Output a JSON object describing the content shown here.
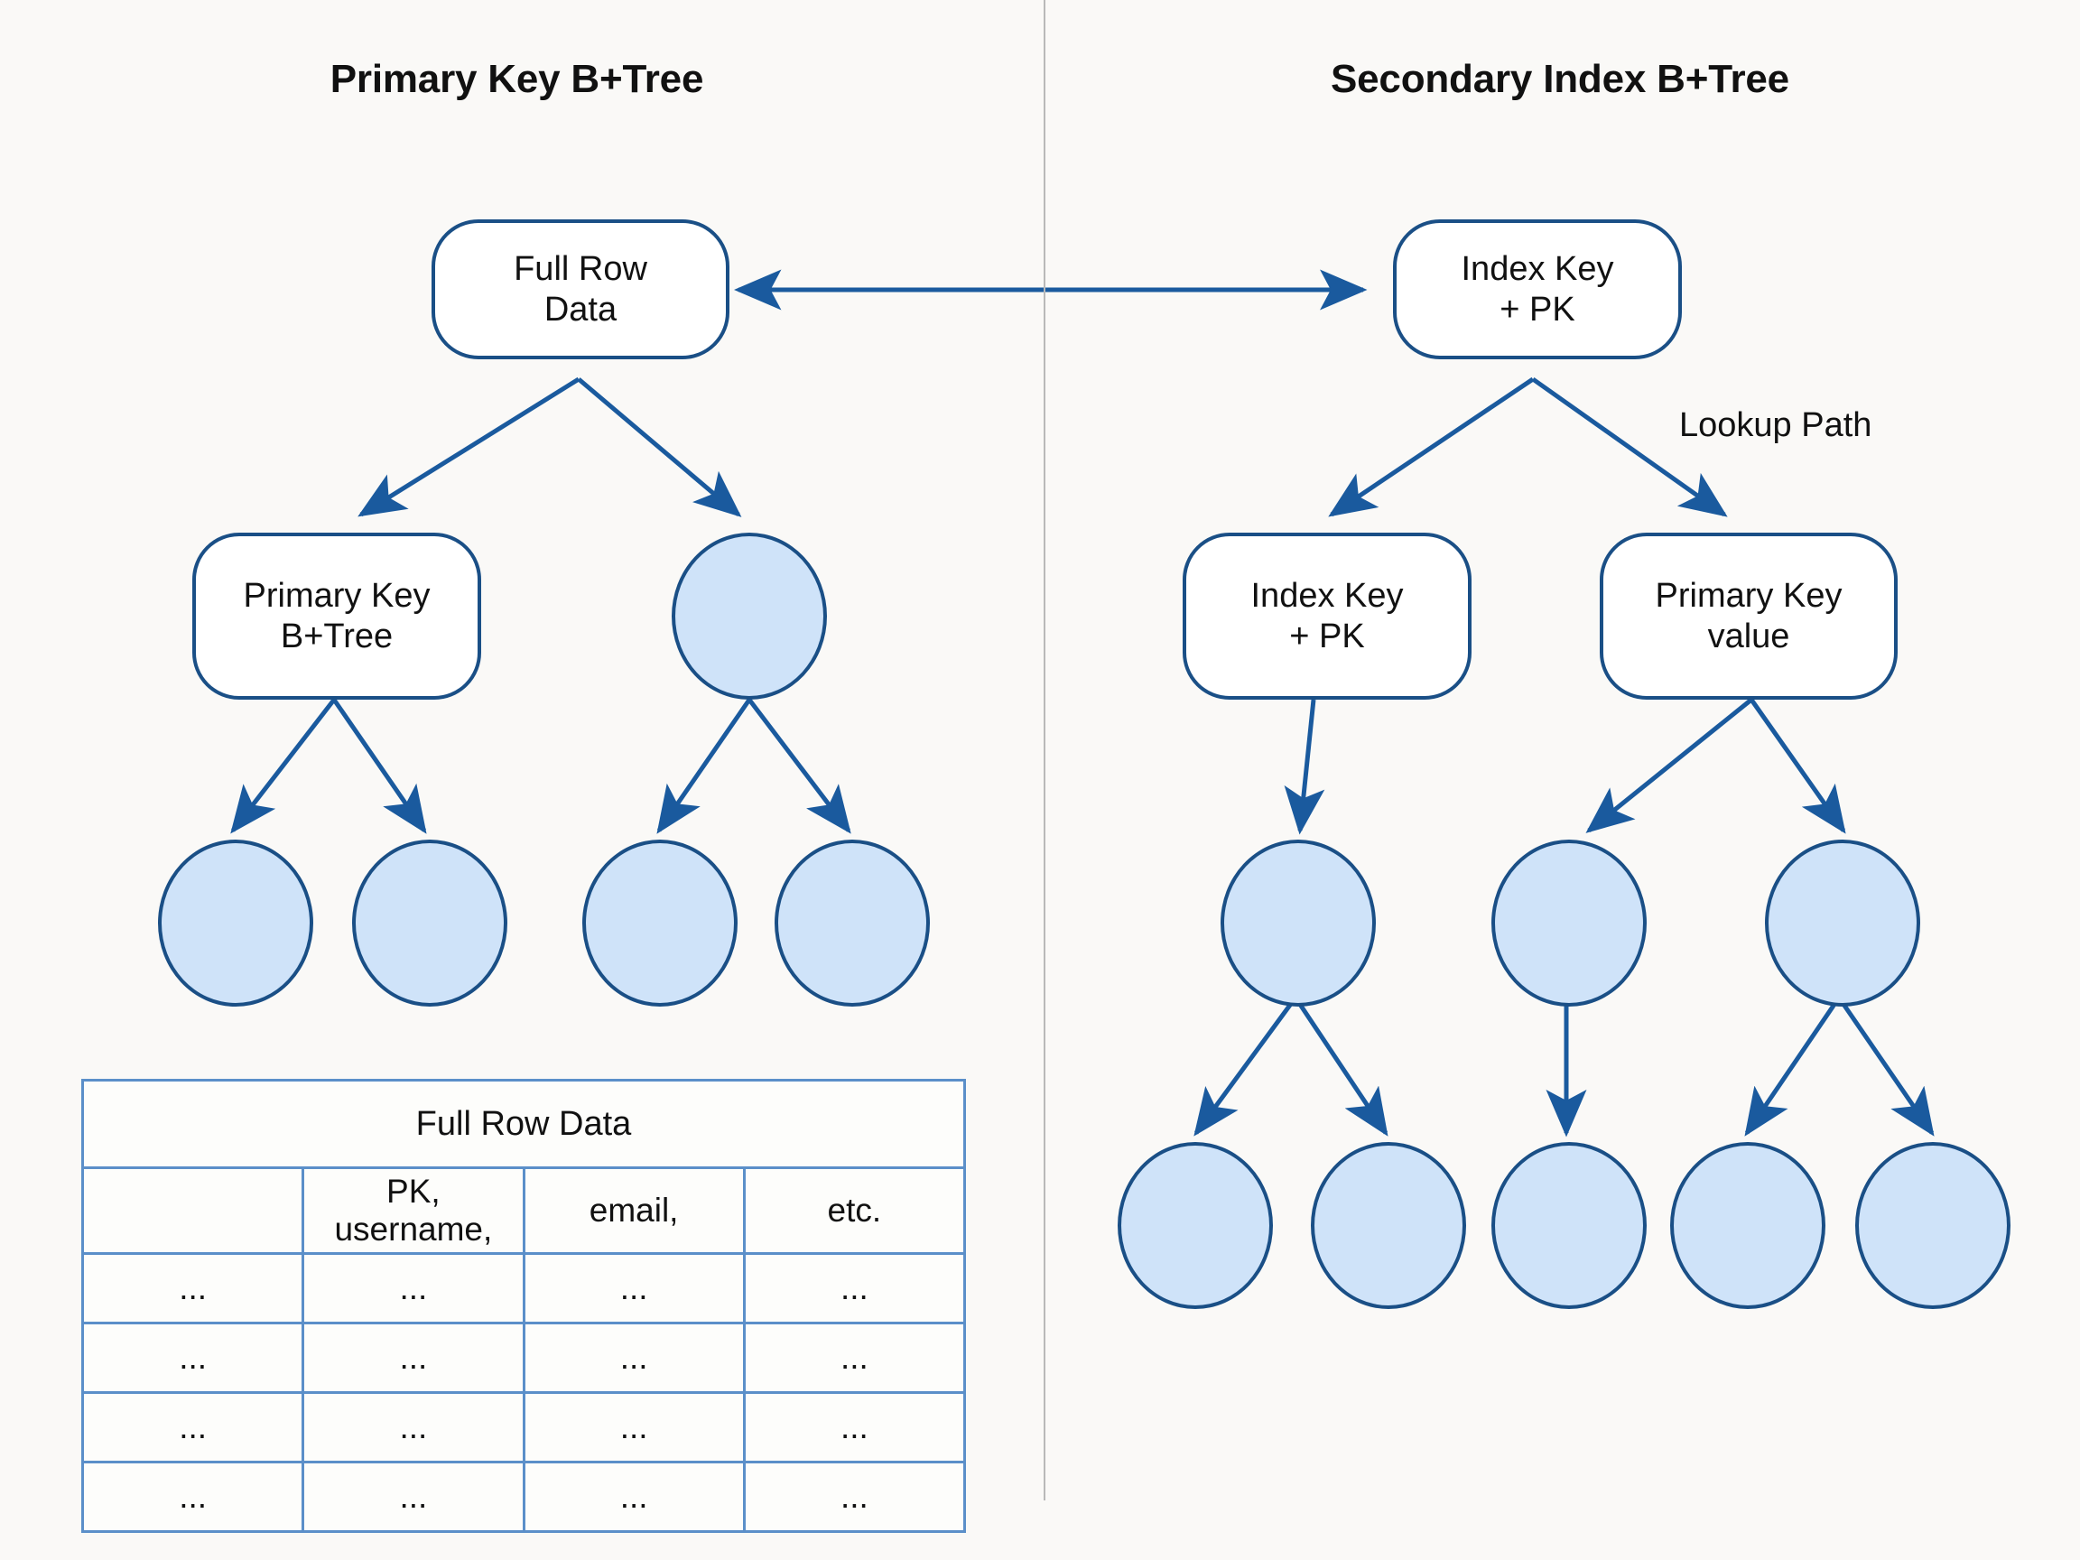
{
  "titles": {
    "left": "Primary Key B+Tree",
    "right": "Secondary Index B+Tree"
  },
  "annotations": {
    "lookup_path": "Lookup Path"
  },
  "colors": {
    "background": "#faf9f7",
    "node_border": "#1a4f86",
    "node_fill_blue": "#cfe3f9",
    "node_fill_white": "#ffffff",
    "arrow": "#1a5a9e",
    "table_border": "#5b8fc9",
    "divider": "#b9b9b9",
    "text": "#111111"
  },
  "left_tree": {
    "nodes": {
      "root": "Full Row\nData",
      "level2_left": "Primary Key\nB+Tree",
      "level2_right": "",
      "leaf1": "",
      "leaf2": "",
      "leaf3": "",
      "leaf4": ""
    }
  },
  "right_tree": {
    "nodes": {
      "root": "Index Key\n+ PK",
      "level2_left": "Index Key\n+ PK",
      "level2_right": "Primary Key\nvalue",
      "level3_a": "",
      "level3_b": "",
      "level3_c": "",
      "leaf1": "",
      "leaf2": "",
      "leaf3": "",
      "leaf4": "",
      "leaf5": ""
    }
  },
  "table": {
    "caption": "Full Row Data",
    "header": [
      "",
      "PK, username,",
      "email,",
      "etc."
    ],
    "rows": [
      [
        "...",
        "...",
        "...",
        "..."
      ],
      [
        "...",
        "...",
        "...",
        "..."
      ],
      [
        "...",
        "...",
        "...",
        "..."
      ],
      [
        "...",
        "...",
        "...",
        "..."
      ]
    ]
  }
}
